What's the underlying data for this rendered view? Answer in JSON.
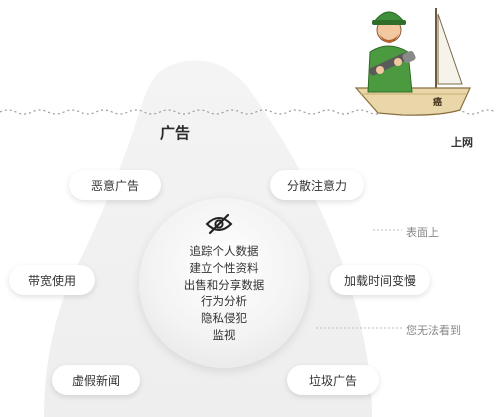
{
  "diagram": {
    "title": "广告",
    "surface_label": "上网",
    "boat_label": "癌",
    "center_items": [
      "追踪个人数据",
      "建立个性资料",
      "出售和分享数据",
      "行为分析",
      "隐私侵犯",
      "监视"
    ],
    "pills": {
      "malicious_ads": "恶意广告",
      "distraction": "分散注意力",
      "bandwidth": "带宽使用",
      "slow_loading": "加载时间变慢",
      "fake_news": "虚假新闻",
      "junk_ads": "垃圾广告"
    },
    "side_labels": {
      "surface": "表面上",
      "invisible": "您无法看到"
    },
    "icons": {
      "center": "eye-slash-icon"
    },
    "colors": {
      "iceberg": "#f1f1f1",
      "water_line": "#9a9a9a",
      "sailor_hat": "#3f8f3a",
      "boat": "#e9d7a9"
    }
  }
}
